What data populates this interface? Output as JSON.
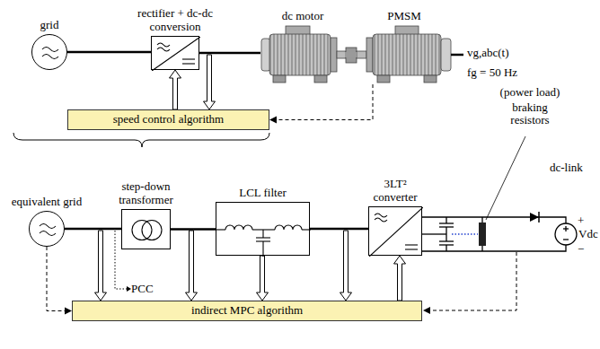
{
  "diagram": {
    "nodes": [
      {
        "text": [
          "grid"
        ]
      },
      {
        "text": [
          "rectifier + dc-dc conversion"
        ]
      },
      {
        "text": [
          "dc motor"
        ]
      },
      {
        "text": [
          "PMSM"
        ]
      },
      {
        "text": [
          "speed control algorithm"
        ]
      },
      {
        "text": [
          "equivalent grid"
        ]
      },
      {
        "text": [
          "step-down transformer"
        ]
      },
      {
        "text": [
          "LCL filter"
        ]
      },
      {
        "text": [
          "3LT² converter"
        ]
      },
      {
        "text": [
          "indirect MPC algorithm"
        ]
      }
    ],
    "edges": [
      {
        "from": 0,
        "to": 1,
        "arrow": "none"
      },
      {
        "from": 1,
        "to": 2,
        "arrow": "none"
      },
      {
        "from": 2,
        "to": 3,
        "arrow": "none"
      },
      {
        "from": 4,
        "to": 1,
        "arrow": "to"
      },
      {
        "from": 3,
        "to": 4,
        "arrow": "to"
      },
      {
        "from": 5,
        "to": 6,
        "arrow": "none"
      },
      {
        "from": 6,
        "to": 7,
        "arrow": "none"
      },
      {
        "from": 7,
        "to": 8,
        "arrow": "none"
      },
      {
        "from": 9,
        "to": 8,
        "arrow": "to"
      },
      {
        "from": 5,
        "to": 9,
        "arrow": "to"
      },
      {
        "from": 7,
        "to": 9,
        "arrow": "to"
      }
    ],
    "labels": [
      "vg,abc(t)",
      "fg = 50 Hz",
      "PCC",
      "(power load)",
      "braking resistors",
      "dc-link",
      "+",
      "−",
      "Vdc"
    ]
  }
}
